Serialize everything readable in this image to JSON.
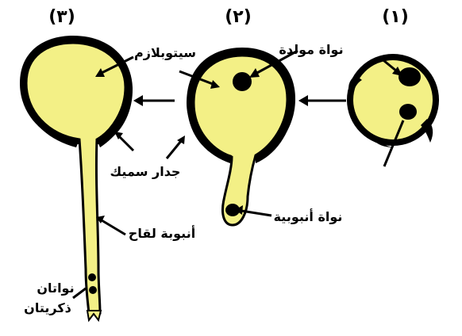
{
  "stages": {
    "stage1": "(١)",
    "stage2": "(٢)",
    "stage3": "(٣)"
  },
  "labels": {
    "generative_nucleus": "نواة مولدة",
    "cytoplasm": "سيتوبلازم",
    "thick_wall": "جدار سميك",
    "tube_nucleus": "نواة أنبوبية",
    "pollen_tube": "أنبوبة لقاح",
    "male_nuclei_line1": "نواتان",
    "male_nuclei_line2": "ذكريتان"
  },
  "colors": {
    "cytoplasm_fill": "#f3f086",
    "wall": "#000000",
    "background": "#ffffff"
  }
}
